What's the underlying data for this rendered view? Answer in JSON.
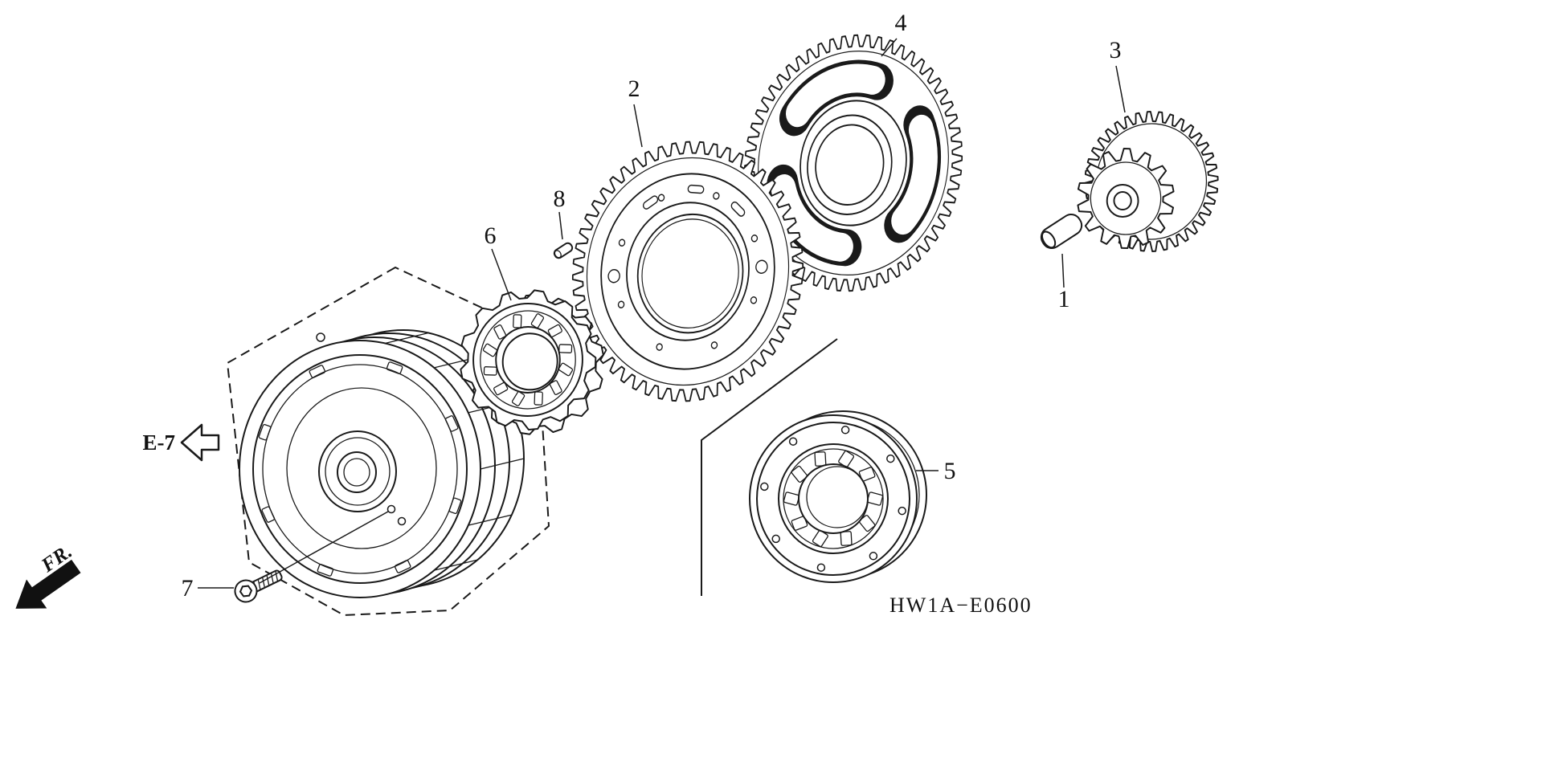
{
  "diagram": {
    "code": "HW1A−E0600",
    "frame_reference": "E-7",
    "front_marker": "FR."
  },
  "callouts": {
    "part1": "1",
    "part2": "2",
    "part3": "3",
    "part4": "4",
    "part5": "5",
    "part6": "6",
    "part7": "7",
    "part8": "8"
  }
}
